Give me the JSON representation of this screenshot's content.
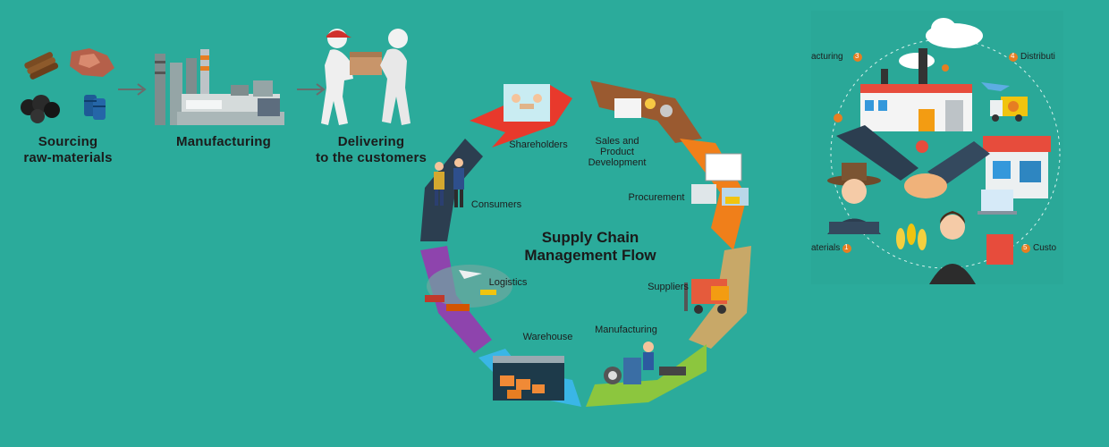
{
  "left_flow": {
    "steps": [
      {
        "label_line1": "Sourcing",
        "label_line2": "raw-materials"
      },
      {
        "label_line1": "Manufacturing",
        "label_line2": ""
      },
      {
        "label_line1": "Delivering",
        "label_line2": "to the customers"
      }
    ]
  },
  "cycle": {
    "title_line1": "Supply Chain",
    "title_line2": "Management Flow",
    "stages": [
      {
        "label": "Shareholders",
        "color": "#e8392c"
      },
      {
        "label_line1": "Sales and",
        "label_line2": "Product",
        "label_line3": "Development",
        "color": "#9a5a30"
      },
      {
        "label": "Procurement",
        "color": "#f07f1a"
      },
      {
        "label": "Suppliers",
        "color": "#c8a868"
      },
      {
        "label": "Manufacturing",
        "color": "#8cc63e"
      },
      {
        "label": "Warehouse",
        "color": "#3ab6e6"
      },
      {
        "label": "Logistics",
        "color": "#8e44ad"
      },
      {
        "label": "Consumers",
        "color": "#2c3e50"
      }
    ]
  },
  "side_panel": {
    "labels": {
      "top_left": "acturing",
      "top_left_num": "3",
      "top_right": "Distributi",
      "top_right_num": "4",
      "bottom_left": "aterials",
      "bottom_left_num": "1",
      "bottom_right": "Custo",
      "bottom_right_num": "5"
    }
  }
}
